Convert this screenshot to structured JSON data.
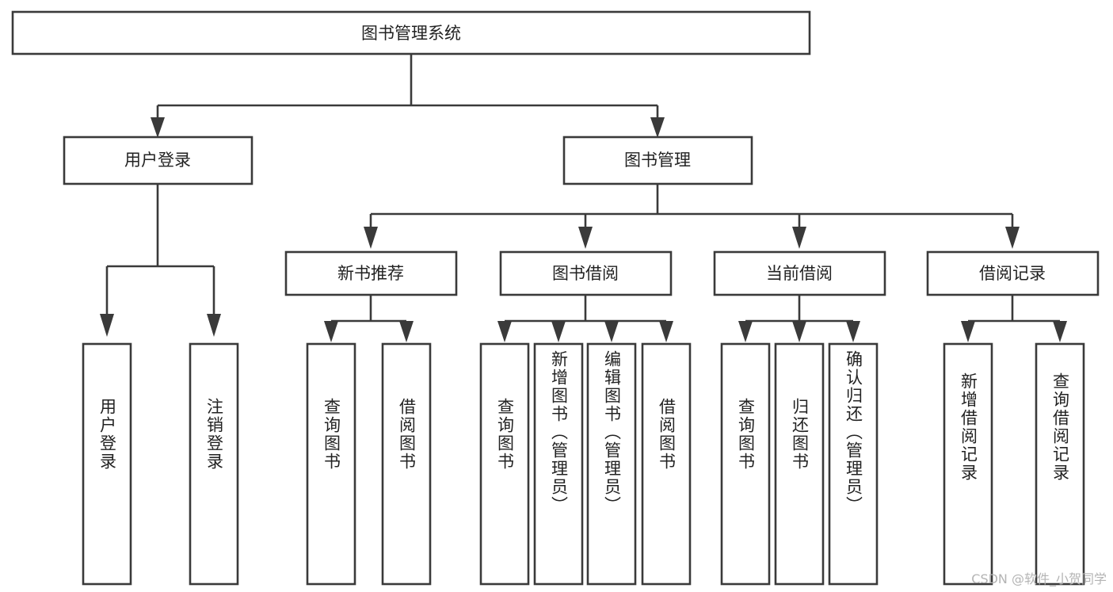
{
  "diagram": {
    "title": "图书管理系统",
    "type": "hierarchy-tree",
    "watermark": "CSDN @软件_小贺同学",
    "colors": {
      "stroke": "#3a3a3a",
      "fill": "#ffffff",
      "text": "#222222",
      "watermark": "#b4b4b4"
    },
    "levels": {
      "root": {
        "label": "图书管理系统"
      },
      "level2": [
        {
          "label": "用户登录"
        },
        {
          "label": "图书管理"
        }
      ],
      "level3": [
        {
          "label": "新书推荐"
        },
        {
          "label": "图书借阅"
        },
        {
          "label": "当前借阅"
        },
        {
          "label": "借阅记录"
        }
      ],
      "leaves": [
        {
          "label": "用户登录",
          "parent": "用户登录"
        },
        {
          "label": "注销登录",
          "parent": "用户登录"
        },
        {
          "label": "查询图书",
          "parent": "新书推荐"
        },
        {
          "label": "借阅图书",
          "parent": "新书推荐"
        },
        {
          "label": "查询图书",
          "parent": "图书借阅"
        },
        {
          "label": "新增图书（管理员）",
          "parent": "图书借阅"
        },
        {
          "label": "编辑图书（管理员）",
          "parent": "图书借阅"
        },
        {
          "label": "借阅图书",
          "parent": "图书借阅"
        },
        {
          "label": "查询图书",
          "parent": "当前借阅"
        },
        {
          "label": "归还图书",
          "parent": "当前借阅"
        },
        {
          "label": "确认归还（管理员）",
          "parent": "当前借阅"
        },
        {
          "label": "新增借阅记录",
          "parent": "借阅记录"
        },
        {
          "label": "查询借阅记录",
          "parent": "借阅记录"
        }
      ]
    }
  }
}
